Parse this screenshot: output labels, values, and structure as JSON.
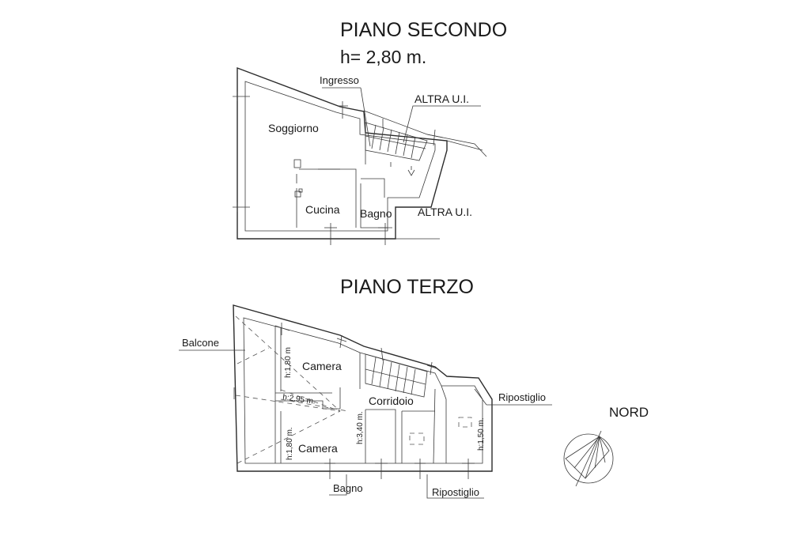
{
  "second_floor": {
    "title": "PIANO SECONDO",
    "height": "h= 2,80 m.",
    "rooms": {
      "entrance": "Ingresso",
      "living": "Soggiorno",
      "kitchen": "Cucina",
      "bathroom": "Bagno"
    },
    "other_unit_top": "ALTRA U.I.",
    "other_unit_right": "ALTRA U.I."
  },
  "third_floor": {
    "title": "PIANO TERZO",
    "rooms": {
      "balcony": "Balcone",
      "bedroom_top": "Camera",
      "bedroom_bottom": "Camera",
      "corridor": "Corridoio",
      "storage_right": "Ripostiglio",
      "bathroom": "Bagno",
      "storage_bottom": "Ripostiglio"
    },
    "heights": {
      "bedroom_top": "h:1,80 m",
      "diagonal": "h:2,95 m.",
      "bedroom_bottom": "h:1,80 m.",
      "corridor": "h:3,40 m.",
      "storage": "h:1,50 m."
    }
  },
  "north_label": "NORD"
}
